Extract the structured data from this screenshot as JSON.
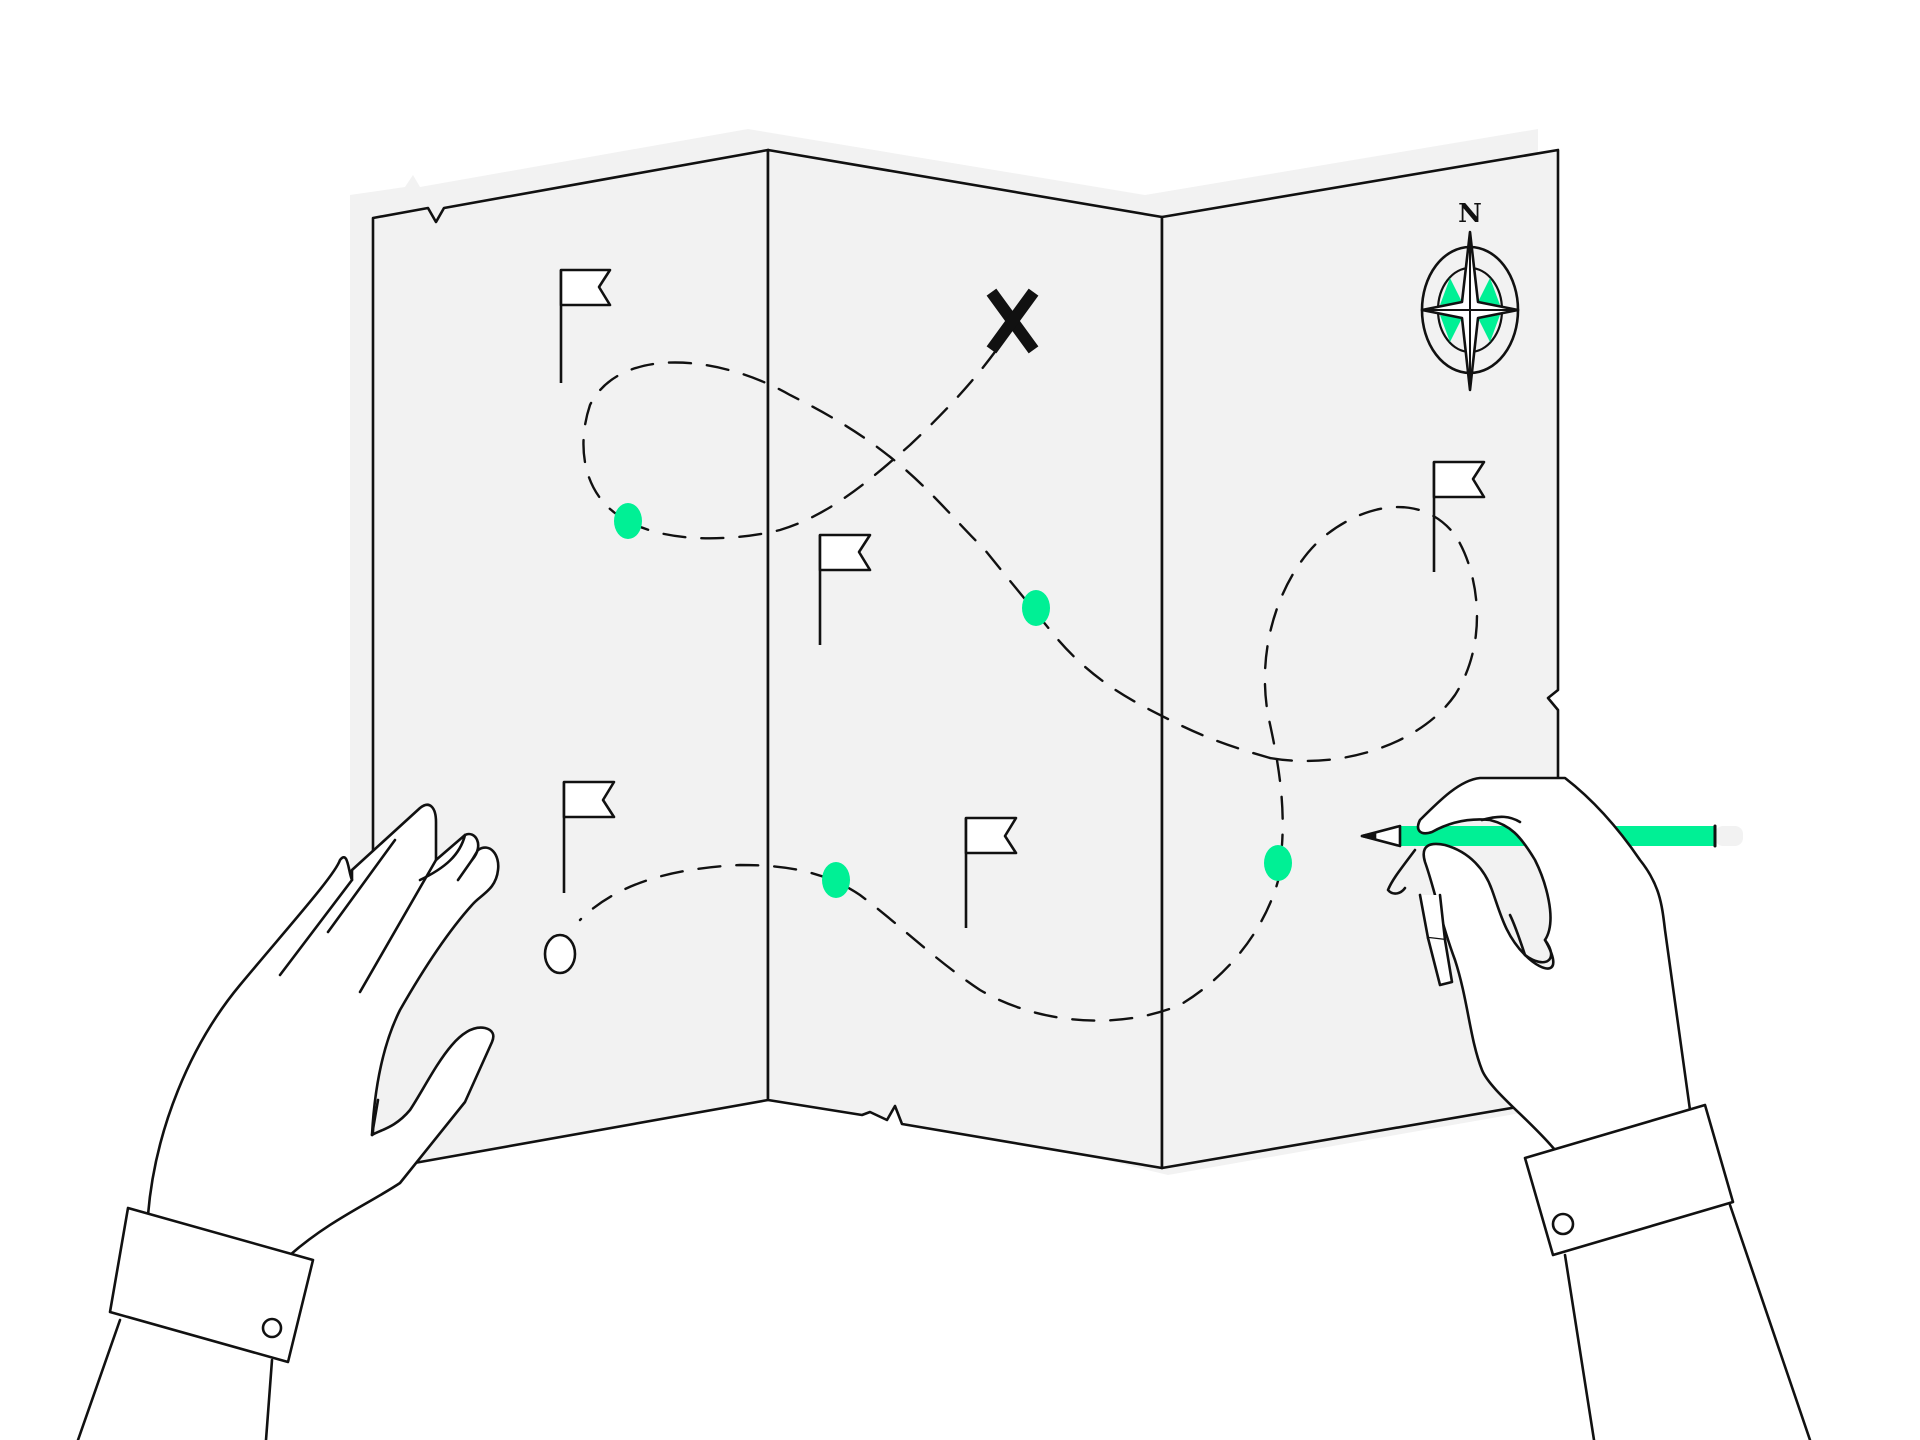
{
  "scene": {
    "compass": {
      "north_label": "N"
    },
    "colors": {
      "background": "#ffffff",
      "paper": "#f2f2f2",
      "ink": "#111111",
      "accent": "#00f095"
    },
    "icons": [
      "map-icon",
      "flag-icon",
      "x-mark-icon",
      "compass-icon",
      "pencil-icon",
      "hand-icon",
      "waypoint-dot",
      "start-ring"
    ]
  }
}
